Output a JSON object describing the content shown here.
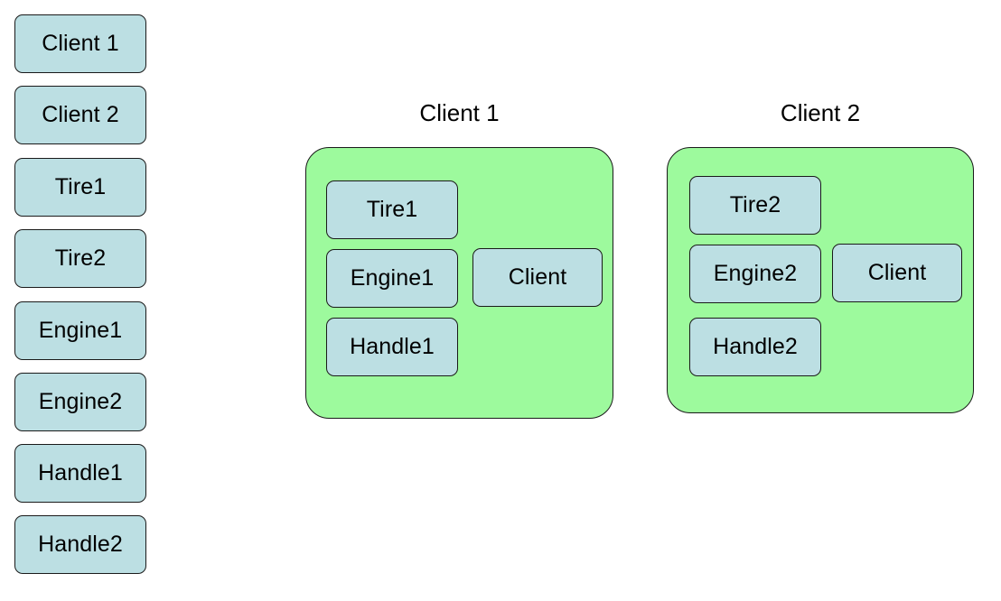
{
  "diagram": {
    "type": "component-composition-diagram",
    "background_color": "#ffffff",
    "node_fill_color": "#bcdfe3",
    "group_fill_color": "#9dfa9d",
    "border_color": "#1a1a1a"
  },
  "palette": {
    "name": "component-palette",
    "items": [
      {
        "label": "Client 1"
      },
      {
        "label": "Client 2"
      },
      {
        "label": "Tire1"
      },
      {
        "label": "Tire2"
      },
      {
        "label": "Engine1"
      },
      {
        "label": "Engine2"
      },
      {
        "label": "Handle1"
      },
      {
        "label": "Handle2"
      }
    ]
  },
  "groups": [
    {
      "title": "Client 1",
      "stack": [
        {
          "label": "Tire1"
        },
        {
          "label": "Engine1"
        },
        {
          "label": "Handle1"
        }
      ],
      "side": {
        "label": "Client"
      }
    },
    {
      "title": "Client 2",
      "stack": [
        {
          "label": "Tire2"
        },
        {
          "label": "Engine2"
        },
        {
          "label": "Handle2"
        }
      ],
      "side": {
        "label": "Client"
      }
    }
  ]
}
